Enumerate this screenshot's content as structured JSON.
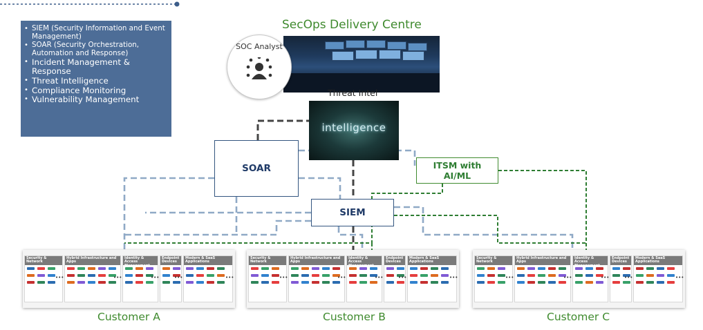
{
  "services": {
    "items": [
      {
        "text": "SIEM (Security Information and Event Management)",
        "size": "small"
      },
      {
        "text": "SOAR (Security Orchestration, Automation and Response)",
        "size": "small"
      },
      {
        "text": "Incident Management & Response",
        "size": "big"
      },
      {
        "text": "Threat Intelligence",
        "size": "big"
      },
      {
        "text": "Compliance Monitoring",
        "size": "big"
      },
      {
        "text": "Vulnerability Management",
        "size": "big"
      }
    ]
  },
  "secops": {
    "title": "SecOps Delivery Centre",
    "analyst_label": "SOC Analyst",
    "analyst_icon": "analyst-icon"
  },
  "threat_intel": {
    "label": "Threat Intel",
    "image_text": "intelligence"
  },
  "soar": {
    "label": "SOAR"
  },
  "siem": {
    "label": "SIEM"
  },
  "itsm": {
    "label_line1": "ITSM with",
    "label_line2": "AI/ML"
  },
  "category_headers": [
    "Security & Network",
    "Hybrid Infrastructure and Apps",
    "Identity & Access Management",
    "Endpoint Devices",
    "Modern & SaaS Applications"
  ],
  "customers": [
    {
      "label": "Customer A"
    },
    {
      "label": "Customer B"
    },
    {
      "label": "Customer C"
    }
  ],
  "colors": {
    "services_bg": "#4d6d97",
    "green_text": "#3f8a2e",
    "navy": "#1f3a67",
    "dashed_blue": "#8fa9c6",
    "dashed_dark": "#444444",
    "dashed_green": "#2e7d32"
  }
}
